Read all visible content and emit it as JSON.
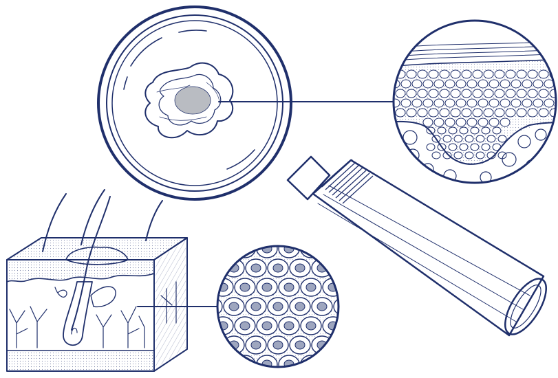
{
  "colors": {
    "ink": "#1f2f6b",
    "lesion_dark": "#6a6f7a",
    "lesion_mid": "#8f949d",
    "lesion_light": "#b9bcc2",
    "paper": "#ffffff",
    "lens_tint": "#f4f6fb",
    "nucleus": "#9ea6bf"
  },
  "diagram": {
    "elements": [
      {
        "name": "magnifying-glass",
        "icon": "magnifier-icon"
      },
      {
        "name": "lesion",
        "icon": "mole-icon"
      },
      {
        "name": "tissue-section-zoom",
        "icon": "histology-icon"
      },
      {
        "name": "skin-cross-section",
        "icon": "skin-block-icon"
      },
      {
        "name": "cell-cluster-zoom",
        "icon": "cells-icon"
      }
    ]
  }
}
